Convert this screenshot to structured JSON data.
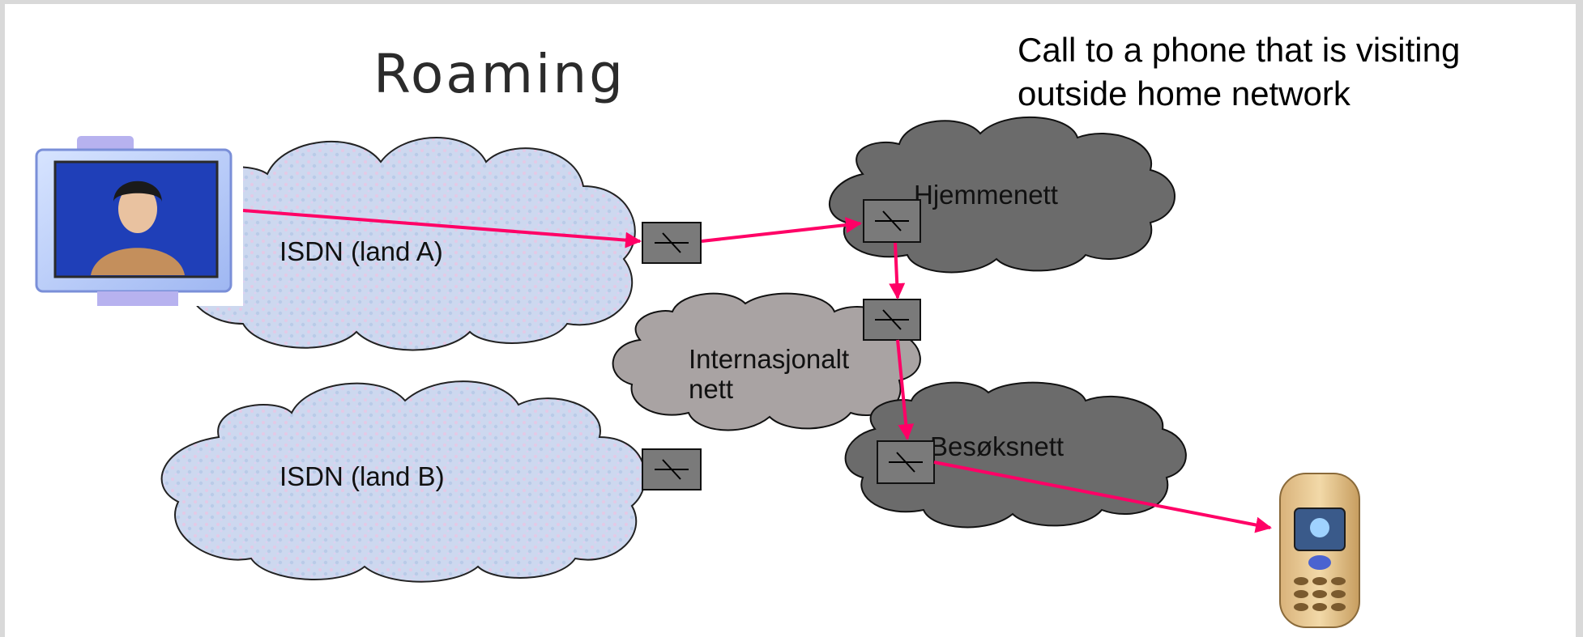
{
  "slide": {
    "title": "Roaming",
    "subtitle": "Call to a phone that is visiting outside home network"
  },
  "networks": {
    "isdn_a": "ISDN (land A)",
    "isdn_b": "ISDN (land B)",
    "home": "Hjemmenett",
    "international_line1": "Internasjonalt",
    "international_line2": "nett",
    "visited": "Besøksnett"
  },
  "colors": {
    "call_path": "#ff0066",
    "isdn_cloud": "#c9d6ee",
    "dark_cloud": "#6b6b6b",
    "intl_cloud": "#a9a3a3",
    "switch": "#7a7a7a"
  },
  "icons": {
    "caller": "videophone-icon",
    "callee": "mobile-phone-icon",
    "switch": "switch-icon"
  }
}
